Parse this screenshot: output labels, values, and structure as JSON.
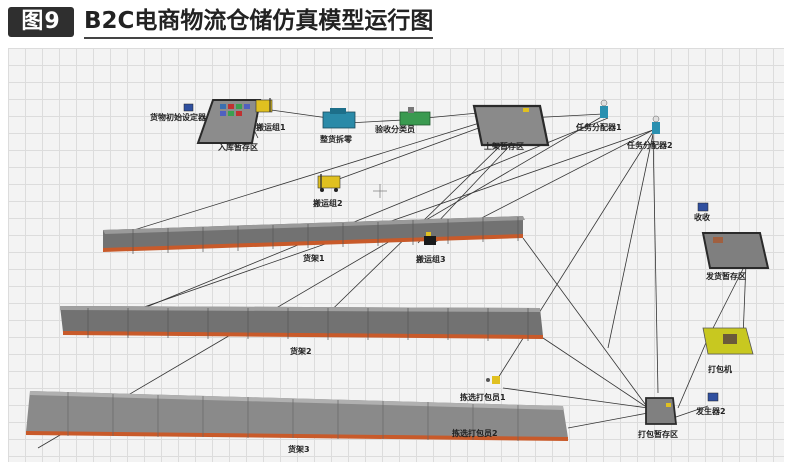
{
  "header": {
    "badge": "图9",
    "title": "B2C电商物流仓储仿真模型运行图"
  },
  "labels": {
    "goods_init": "货物初始设定器",
    "inbound_buffer": "入库暂存区",
    "transporter1": "搬运组1",
    "unpack": "整货拆零",
    "receiving": "验收分类员",
    "shelf_buffer": "上架暂存区",
    "dispatcher1": "任务分配器1",
    "dispatcher2": "任务分配器2",
    "transporter2": "搬运组2",
    "receive": "收收",
    "shipping_buffer": "发货暂存区",
    "rack1": "货架1",
    "transporter3": "搬运组3",
    "rack2": "货架2",
    "packer": "打包机",
    "picker1": "拣选打包员1",
    "picker2": "拣选打包员2",
    "packing_buffer": "打包暂存区",
    "generator2": "发生器2",
    "rack3": "货架3"
  },
  "colors": {
    "rack_top": "#6e6e6e",
    "rack_face": "#a8a8a8",
    "rack_trim": "#c85a2a",
    "line": "#333333",
    "zone_border": "#2a2a2a",
    "zone_fill": "#8a8a8a"
  }
}
